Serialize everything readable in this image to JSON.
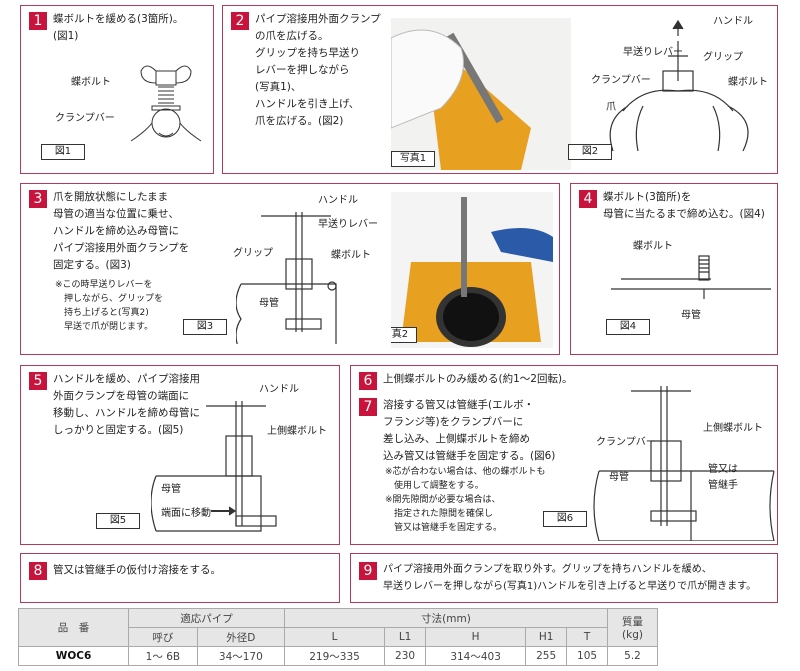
{
  "steps": [
    {
      "n": "1",
      "text": "蝶ボルトを緩める(3箇所)。\n(図1)",
      "fig": "図1",
      "labels": [
        "蝶ボルト",
        "クランプバー"
      ]
    },
    {
      "n": "2",
      "text": "パイプ溶接用外面クランプ\nの爪を広げる。\nグリップを持ち早送り\nレバーを押しながら\n(写真1)、\nハンドルを引き上げ、\n爪を広げる。(図2)",
      "photo": "写真1",
      "fig": "図2",
      "labels": [
        "ハンドル",
        "早送りレバー",
        "グリップ",
        "クランプバー",
        "蝶ボルト",
        "爪"
      ]
    },
    {
      "n": "3",
      "text": "爪を開放状態にしたまま\n母管の適当な位置に乗せ、\nハンドルを締め込み母管に\nパイプ溶接用外面クランプを\n固定する。(図3)",
      "note": "※この時早送りレバーを\n　押しながら、グリップを\n　持ち上げると(写真2)\n　早送で爪が閉じます。",
      "fig": "図3",
      "photo": "写真2",
      "labels": [
        "ハンドル",
        "早送りレバー",
        "グリップ",
        "蝶ボルト",
        "母管"
      ]
    },
    {
      "n": "4",
      "text": "蝶ボルト(3箇所)を\n母管に当たるまで締め込む。(図4)",
      "fig": "図4",
      "labels": [
        "蝶ボルト",
        "母管"
      ]
    },
    {
      "n": "5",
      "text": "ハンドルを緩め、パイプ溶接用\n外面クランプを母管の端面に\n移動し、ハンドルを締め母管に\nしっかりと固定する。(図5)",
      "fig": "図5",
      "labels": [
        "ハンドル",
        "上側蝶ボルト",
        "母管",
        "端面に移動"
      ]
    },
    {
      "n": "6",
      "text": "上側蝶ボルトのみ緩める(約1〜2回転)。"
    },
    {
      "n": "7",
      "text": "溶接する管又は管継手(エルボ・\nフランジ等)をクランプバーに\n差し込み、上側蝶ボルトを締め\n込み管又は管継手を固定する。(図6)",
      "note": "※芯が合わない場合は、他の蝶ボルトも\n　使用して調整をする。\n※開先隙間が必要な場合は、\n　指定された隙間を確保し\n　管又は管継手を固定する。",
      "fig": "図6",
      "labels": [
        "上側蝶ボルト",
        "クランプバー",
        "母管",
        "管又は\n管継手"
      ]
    },
    {
      "n": "8",
      "text": "管又は管継手の仮付け溶接をする。"
    },
    {
      "n": "9",
      "text": "パイプ溶接用外面クランプを取り外す。グリップを持ちハンドルを緩め、\n早送りレバーを押しながら(写真1)ハンドルを引き上げると早送りで爪が開きます。"
    }
  ],
  "table": {
    "h1": [
      "品　番",
      "適応パイプ",
      "寸法(mm)",
      "質量\n(kg)"
    ],
    "h2": [
      "呼び",
      "外径D",
      "L",
      "L1",
      "H",
      "H1",
      "T"
    ],
    "row": [
      "WOC6",
      "1〜 6B",
      "34〜170",
      "219〜335",
      "230",
      "314〜403",
      "255",
      "105",
      "5.2"
    ]
  },
  "colors": {
    "accent": "#c8143c",
    "border": "#b23a5a"
  }
}
